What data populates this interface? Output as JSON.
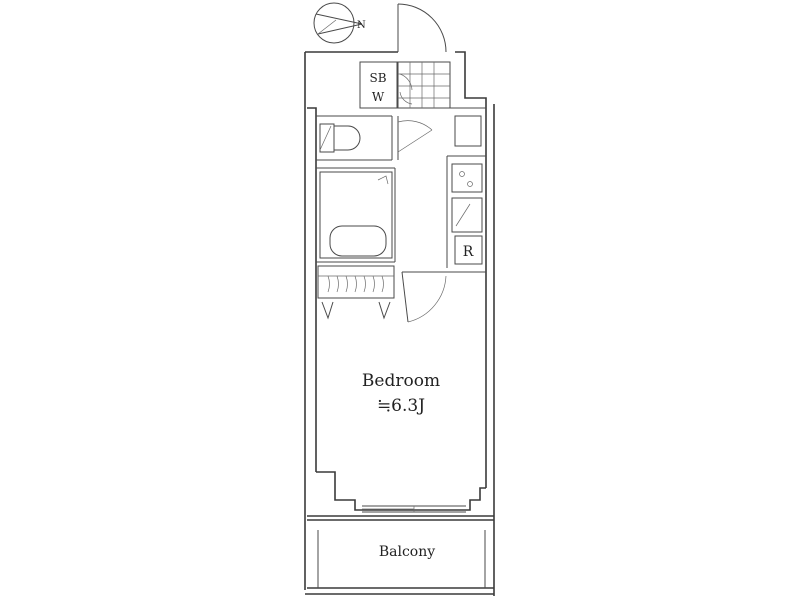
{
  "compass": {
    "north_label": "N"
  },
  "rooms": {
    "bedroom_name": "Bedroom",
    "bedroom_size": "≒6.3J",
    "balcony_name": "Balcony",
    "shoe_box_line1": "SB",
    "shoe_box_line2": "W",
    "fridge": "R"
  },
  "colors": {
    "line": "#3a3a3a",
    "background": "#ffffff"
  }
}
